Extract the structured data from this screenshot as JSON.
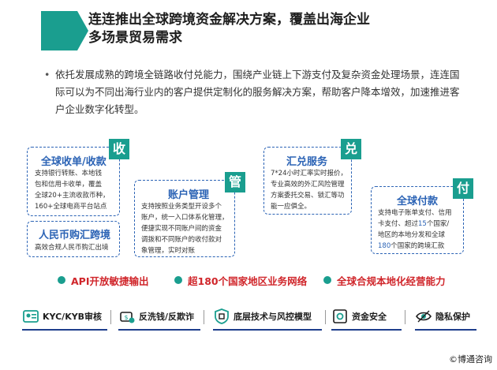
{
  "header": {
    "title_line1": "连连推出全球跨境资金解决方案，覆盖出海企业",
    "title_line2": "多场景贸易需求"
  },
  "intro": {
    "bullet": "•",
    "text": "依托发展成熟的跨境全链路收付兑能力，围绕产业链上下游支付及复杂资金处理场景，连连国际可以为不同出海行业内的客户提供定制化的服务解决方案，帮助客户降本增效，加速推进客户企业数字化转型。"
  },
  "cards": {
    "collect": {
      "title": "全球收单/收款",
      "tag": "收",
      "lines": [
        "支持银行转账、本地钱",
        "包和信用卡收单，覆盖",
        "全球20+主流收款币种，",
        "160+全球电商平台站点"
      ]
    },
    "rmb": {
      "title": "人民币购汇跨境",
      "line": "高效合规人民币购汇出境"
    },
    "account": {
      "title": "账户管理",
      "tag": "管",
      "lines": [
        "支持按照业务类型开设多个",
        "账户，统一入口体系化管理，",
        "便捷实现不同账户间的资金",
        "调拨和不同账户的收付款对",
        "象管理，实时对账"
      ]
    },
    "fx": {
      "title": "汇兑服务",
      "tag": "兑",
      "lines": [
        "7*24小时汇率实时报价，",
        "专业高效的外汇风险管理",
        "方案委托交易、锁汇等功",
        "能一应俱全。"
      ]
    },
    "pay": {
      "title": "全球付款",
      "tag": "付",
      "line1": "支持电子账单支付、信用",
      "line2_a": "卡支付、超过",
      "line2_num": "15",
      "line2_b": "个国家/",
      "line3": "地区的本地分发和全球",
      "line4_num": "180",
      "line4_b": "个国家的跨境汇款"
    }
  },
  "features": [
    "API开放敏捷输出",
    "超180个国家地区业务网络",
    "全球合规本地化经营能力"
  ],
  "bottom": [
    {
      "label": "KYC/KYB审核",
      "icon": "id-card-icon"
    },
    {
      "label": "反洗钱/反欺诈",
      "icon": "money-shield-icon"
    },
    {
      "label": "底层技术与风控模型",
      "icon": "tech-shield-icon"
    },
    {
      "label": "资金安全",
      "icon": "safe-box-icon"
    },
    {
      "label": "隐私保护",
      "icon": "eye-icon"
    }
  ],
  "copyright": "©博通咨询",
  "colors": {
    "teal": "#1a9e8f",
    "blue": "#2b63b5",
    "red": "#d0262b",
    "navy": "#1e3e8c"
  }
}
